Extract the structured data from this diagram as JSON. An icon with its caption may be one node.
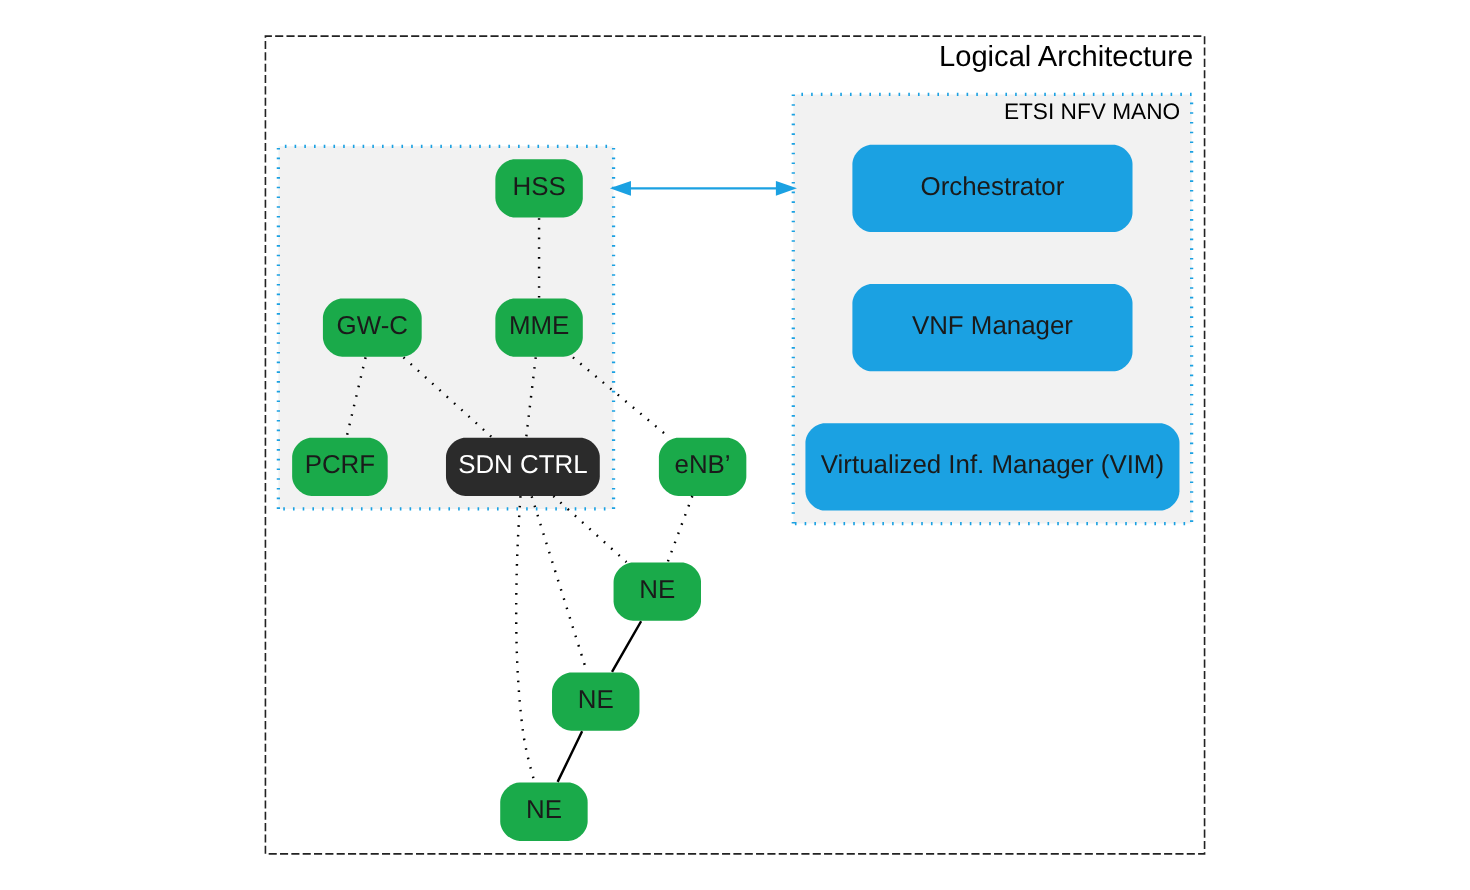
{
  "diagram": {
    "nodes": [
      {
        "text": [
          "Logical Architecture"
        ]
      },
      {
        "text": [],
        "shape": "box",
        "in": 0
      },
      {
        "text": [
          "HSS"
        ],
        "in": 1
      },
      {
        "text": [
          "MME"
        ],
        "in": 1
      },
      {
        "text": [
          "PCRF"
        ],
        "in": 1
      },
      {
        "text": [
          "GW-C"
        ],
        "in": 1
      },
      {
        "text": [
          "SDN CTRL"
        ],
        "in": 1
      },
      {
        "text": [
          "eNB’"
        ],
        "in": 0
      },
      {
        "text": [
          "NE"
        ],
        "in": 0
      },
      {
        "text": [
          "NE"
        ],
        "in": 0
      },
      {
        "text": [
          "NE"
        ],
        "in": 0
      },
      {
        "text": [
          "ETSI NFV MANO"
        ],
        "in": 0
      },
      {
        "text": [
          "Orchestrator"
        ],
        "in": 11
      },
      {
        "text": [
          "VNF Manager"
        ],
        "in": 11
      },
      {
        "text": [
          "Virtualized Inf. Manager (VIM)"
        ],
        "in": 11
      }
    ],
    "edges": [
      {
        "from": 2,
        "to": 3,
        "arrow": "none",
        "style": "dashed"
      },
      {
        "from": 3,
        "to": 7,
        "arrow": "none",
        "style": "dashed"
      },
      {
        "from": 3,
        "to": 6,
        "arrow": "none",
        "style": "dashed"
      },
      {
        "from": 5,
        "to": 4,
        "arrow": "none",
        "style": "dashed"
      },
      {
        "from": 5,
        "to": 6,
        "arrow": "none",
        "style": "dashed"
      },
      {
        "from": 7,
        "to": 8,
        "arrow": "none",
        "style": "dashed"
      },
      {
        "from": 6,
        "to": 8,
        "arrow": "none",
        "style": "dashed"
      },
      {
        "from": 6,
        "to": 9,
        "arrow": "none",
        "style": "dashed"
      },
      {
        "from": 6,
        "to": 10,
        "arrow": "none",
        "style": "dashed"
      },
      {
        "from": 8,
        "to": 9,
        "arrow": "none"
      },
      {
        "from": 9,
        "to": 10,
        "arrow": "none"
      },
      {
        "from": 1,
        "to": 11,
        "arrow": "both",
        "color": "#1ba1e2"
      }
    ]
  }
}
